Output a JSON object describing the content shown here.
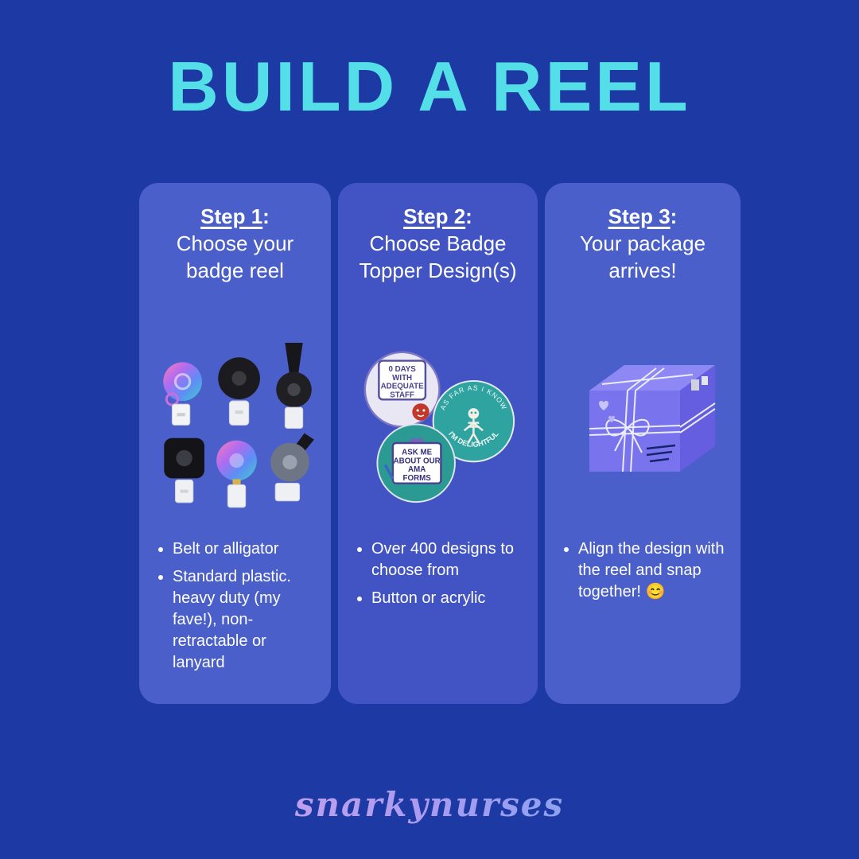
{
  "colors": {
    "background": "#1d3aa4",
    "card": "#4a5fca",
    "card_middle": "#4254c4",
    "title": "#53dee8",
    "text": "#ffffff",
    "footer_gradient_start": "#f0a8e8",
    "footer_gradient_mid": "#a99bf0",
    "footer_gradient_end": "#55aef0"
  },
  "header": {
    "title": "BUILD A REEL"
  },
  "steps": [
    {
      "heading": "Step 1",
      "heading_suffix": ":",
      "subheading": "Choose your badge reel",
      "bullets": [
        "Belt or alligator",
        "Standard plastic. heavy duty (my fave!), non-retractable or lanyard"
      ]
    },
    {
      "heading": "Step 2",
      "heading_suffix": ":",
      "subheading": "Choose Badge Topper Design(s)",
      "bullets": [
        "Over 400 designs to choose from",
        "Button or acrylic"
      ]
    },
    {
      "heading": "Step 3",
      "heading_suffix": ":",
      "subheading": "Your package arrives!",
      "bullets": [
        "Align the design with the reel and snap together! 😊"
      ]
    }
  ],
  "badge_toppers": {
    "adequate_staff": {
      "lines": [
        "0 DAYS",
        "WITH",
        "ADEQUATE",
        "STAFF"
      ]
    },
    "delightful": {
      "arc_top": "AS FAR AS I KNOW",
      "bottom": "I'M DELIGHTFUL"
    },
    "ama_forms": {
      "lines": [
        "ASK ME",
        "ABOUT OUR",
        "AMA",
        "FORMS"
      ]
    }
  },
  "footer": {
    "brand": "snarkynurses"
  }
}
